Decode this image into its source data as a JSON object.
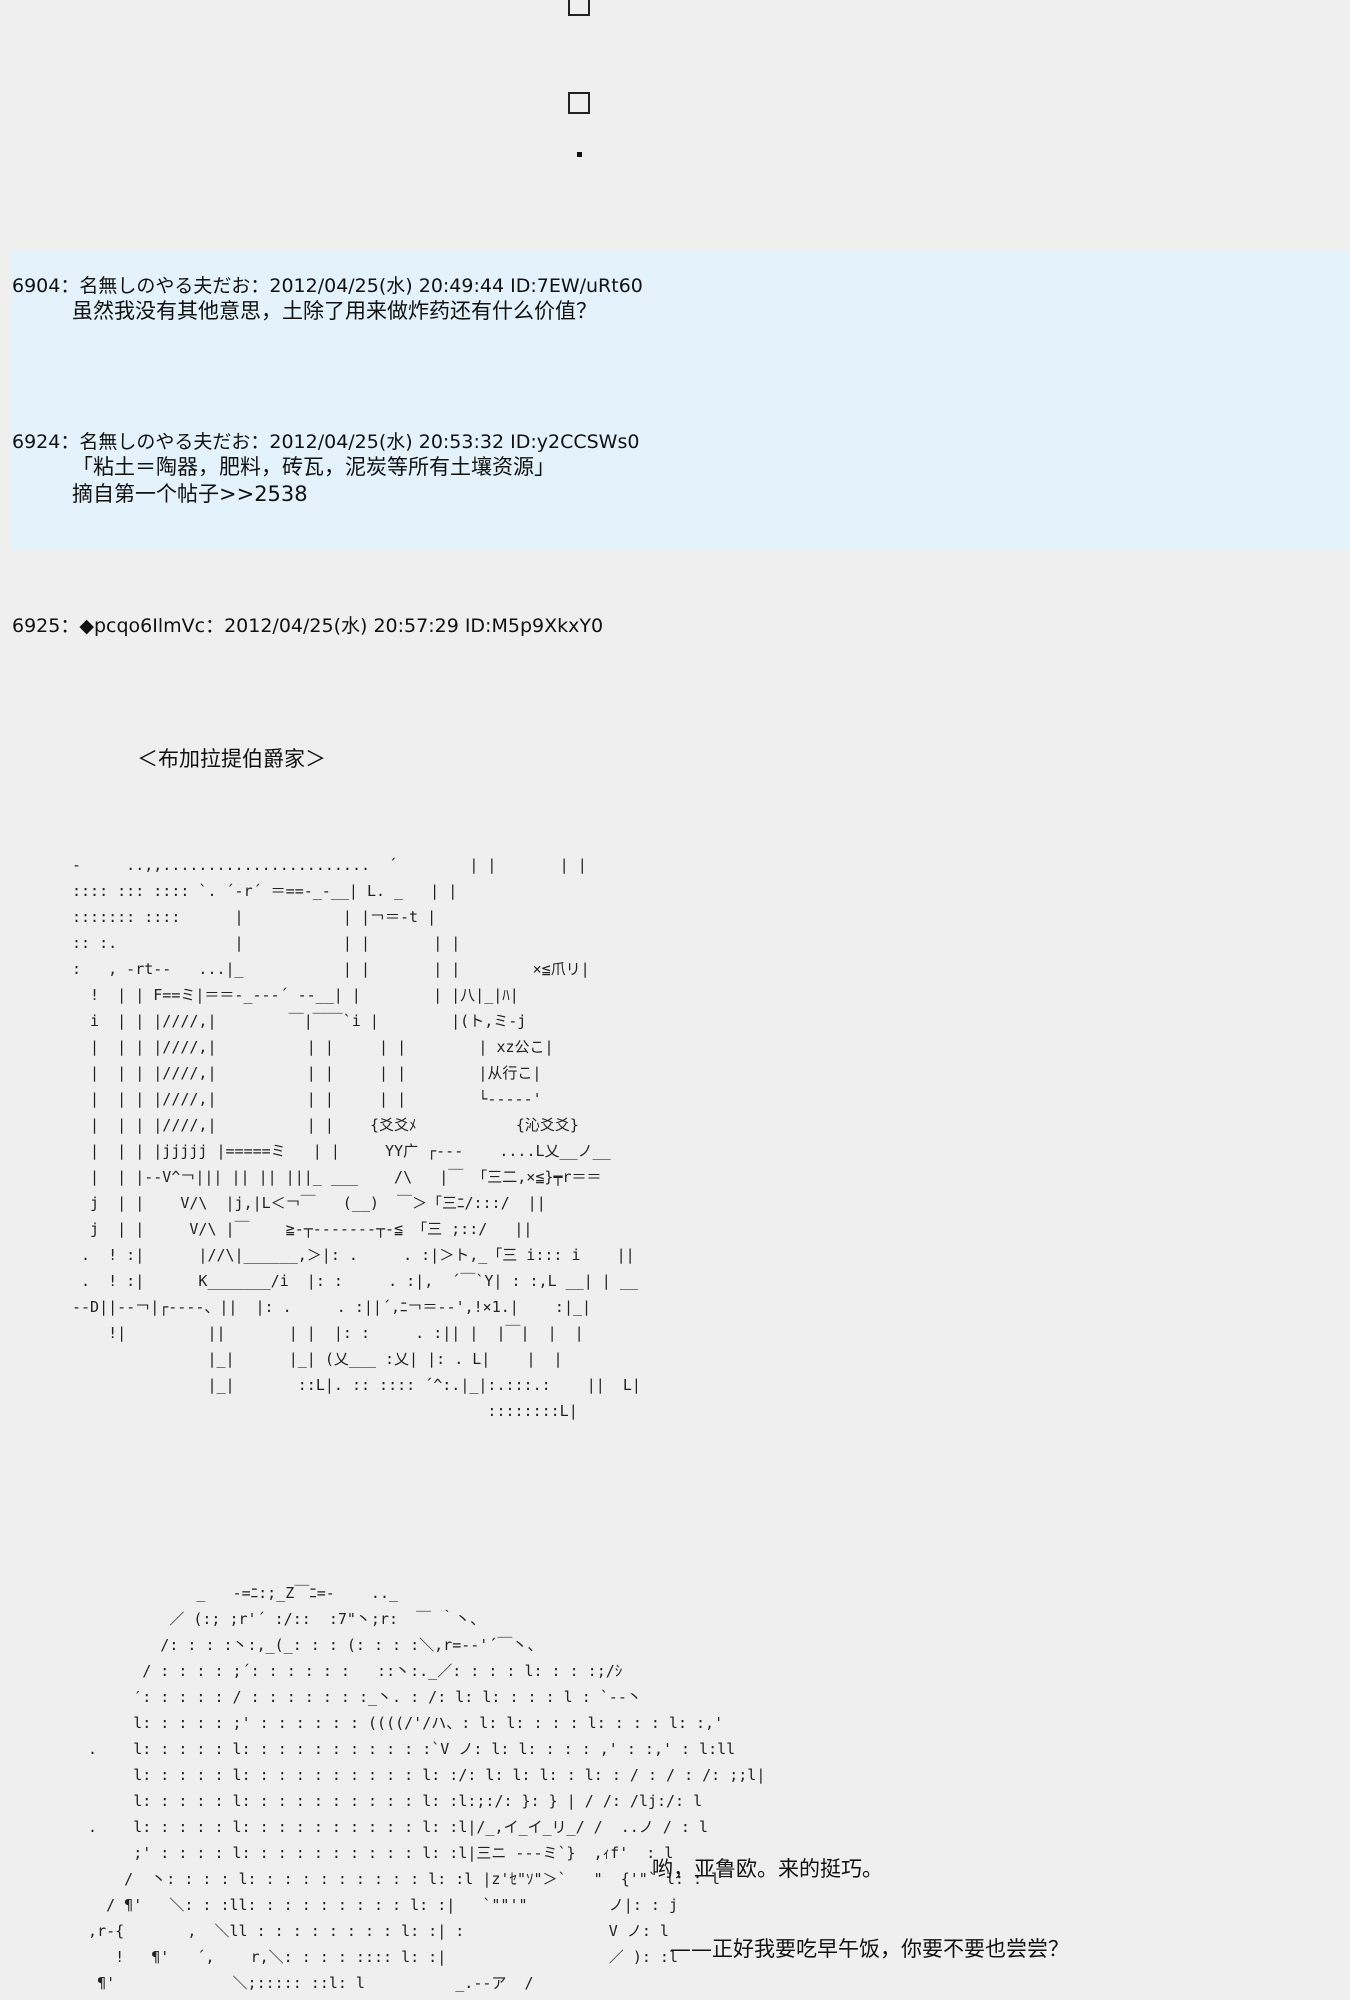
{
  "posts": [
    {
      "header": "6904：名無しのやる夫だお：2012/04/25(水) 20:49:44 ID:7EW/uRt60",
      "lines": [
        "虽然我没有其他意思，土除了用来做炸药还有什么价值？"
      ]
    },
    {
      "header": "6924：名無しのやる夫だお：2012/04/25(水) 20:53:32 ID:y2CCSWs0",
      "lines": [
        "「粘土＝陶器，肥料，砖瓦，泥炭等所有土壤资源」",
        "摘自第一个帖子>>2538"
      ]
    },
    {
      "header": "6925：◆pcqo6IlmVc：2012/04/25(水) 20:57:29 ID:M5p9XkxY0",
      "lines": [
        "＜布加拉提伯爵家＞"
      ]
    }
  ],
  "art": {
    "scene": "-     ..,,.......................  ´        | |       | |\n:::: ::: :::: `. ´-r´ ＝==-_-__| L. _   | |\n::::::: ::::      |           | |￢＝-t |\n:: :.             |           | |       | |\n:   , -rt--   ...|_           | |       | |        ×≦爪リ|\n  !  | | F==ミ|＝＝-_--‐´ ‐-__| |        | |八|_|ﾊ|\n  i  | | |////,|        ￣|￣￣`i |        |(ト,ミ-j\n  |  | | |////,|          | |     | |        | xz公こ|\n  |  | | |////,|          | |     | |        |从行こ|\n  |  | | |////,|          | |     | |        └-----'\n  |  | | |////,|          | |    {爻爻ﾒ           {沁爻爻}\n  |  | | |jjjjj |=====ミ   | |     YY广 ┌---    ....L乂__ノ__\n  |  | |--V^￢||| || || |||_ ___    /\\   |￣ 「三二,×≦}┯r＝＝\n  j  | |    V/\\  |j,|L＜￢￣   (__)  ￣＞「三ﾆ/:::/  ||\n  j  | |     V/\\ |￣    ≧-┬-------┬-≦ 「三 ;::/   ||\n .  ! :|      |//\\|______,＞|: .     . :|＞ト,_「三 i::: i    ||\n .  ! :|      K_______/i  |: :     . :|,  ´￣`Y| : :,L __| | __\n--D||--￢|┌---‐、||  |: .     . :||´,ﾆ￢＝-‐',!×1.|    :|_|\n    !|         ||       | |  |: :     . :|| |  |￣|  |  |\n               |_|      |_| (乂___ :乂| |: . L|    |  |\n               |_|       ::L|. :: :::: ´^:.|_|:.:::.:    ||  L|\n                                              ::::::::L|",
    "girl": "              _   -=ﾆ:;_Z￣ﾆ=-    .._\n           ／ (:; ;r'´ :/::  :7\"丶;r:  ￣ ｀丶、\n          /: : : :丶:,_(_: : : (: : : :＼,r=-‐'´￣丶、\n        / : : : : ;´: : : : : :   ::丶:._／: : : : l: : : :;/ｼ\n       ′: : : : : / : : : : : : :_丶. : /: l: l: : : : l : `-‐丶\n       l: : : : : ;' : : : : : : ((((/'/ハ、: l: l: : : : l: : : : l: :,'\n  .    l: : : : : l: : : : : : : : : : :`V ノ: l: l: : : : ,' : :,' : l:ll\n       l: : : : : l: : : : : : : : : : l: :/: l: l: l: : l: : / : / : /: ;;l|\n       l: : : : : l: : : : : : : : : : l: :l:;:/: }: } | / /: /lj:/: l\n  .    l: : : : : l: : : : : : : : : : l: :l|/_,イ_イ_リ_/ /  ..ノ / : l\n       ;' : : : : l: : : : : : : : : : l: :l|三ニ ---ミ`}  ,ｨf'  : l\n      /  丶: : : : l: : : : : : : : : : l: :l |z'ｾ\"ｿ\"＞`   \"  {'\"` l: : l\n    / ¶'   ＼: : :ll: : : : : : : : : l: :|   `\"\"'\"         ノ|: : j\n  ,r-{       ,  ＼ll : : : : : : : : l: :| :                V ノ: l\n     !   ¶'   ´,    r,＼: : : : :::: l: :|                  ／ ): :l\n   ¶'             ＼;::::: ::l: l          _.-‐ア  /",
    "dialogue": [
      "哟，亚鲁欧。来的挺巧。",
      "——正好我要吃早午饭，你要不要也尝尝？"
    ]
  }
}
